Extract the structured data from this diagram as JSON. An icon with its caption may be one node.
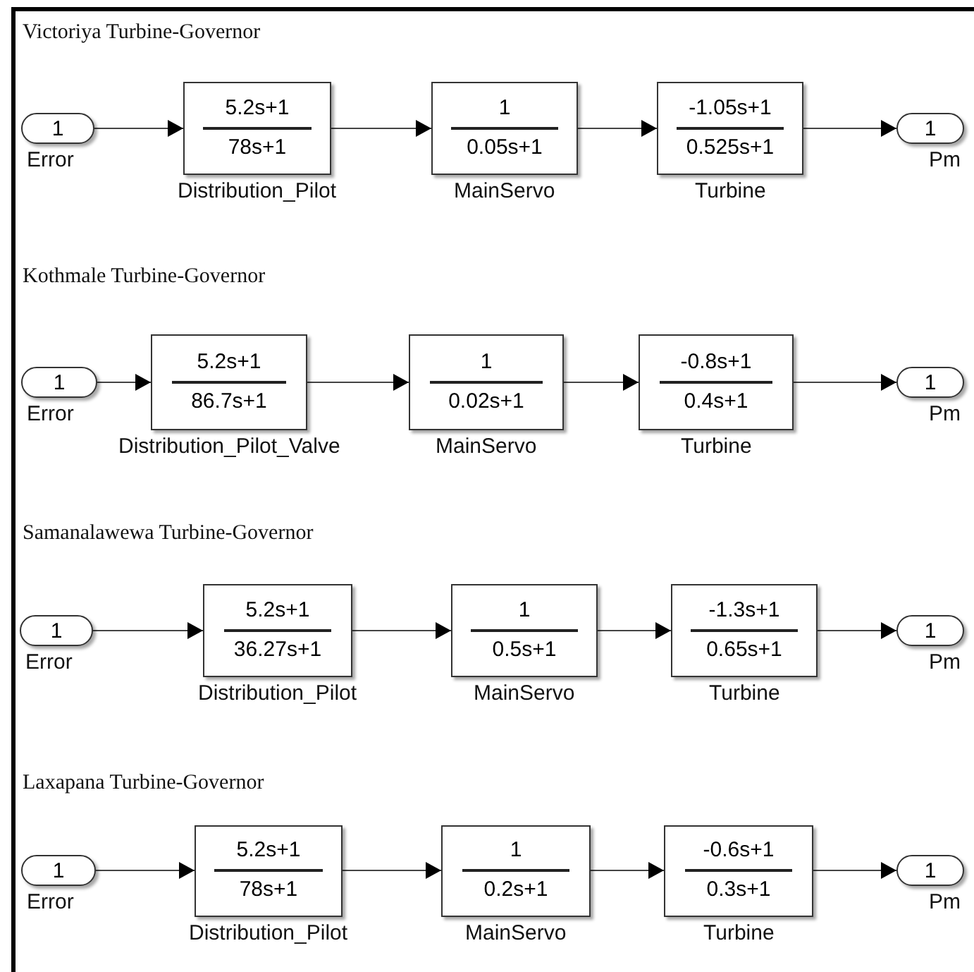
{
  "diagram": {
    "nodes": [
      {
        "text": [
          "1"
        ],
        "beside": [
          "Error"
        ]
      },
      {
        "text": [
          "5.2s+1",
          "78s+1"
        ],
        "beside": [
          "Distribution_Pilot"
        ]
      },
      {
        "text": [
          "1",
          "0.05s+1"
        ],
        "beside": [
          "MainServo"
        ]
      },
      {
        "text": [
          "-1.05s+1",
          "0.525s+1"
        ],
        "beside": [
          "Turbine"
        ]
      },
      {
        "text": [
          "1"
        ],
        "beside": [
          "Pm"
        ]
      },
      {
        "text": [
          "1"
        ],
        "beside": [
          "Error"
        ]
      },
      {
        "text": [
          "5.2s+1",
          "86.7s+1"
        ],
        "beside": [
          "Distribution_Pilot_Valve"
        ]
      },
      {
        "text": [
          "1",
          "0.02s+1"
        ],
        "beside": [
          "MainServo"
        ]
      },
      {
        "text": [
          "-0.8s+1",
          "0.4s+1"
        ],
        "beside": [
          "Turbine"
        ]
      },
      {
        "text": [
          "1"
        ],
        "beside": [
          "Pm"
        ]
      },
      {
        "text": [
          "1"
        ],
        "beside": [
          "Error"
        ]
      },
      {
        "text": [
          "5.2s+1",
          "36.27s+1"
        ],
        "beside": [
          "Distribution_Pilot"
        ]
      },
      {
        "text": [
          "1",
          "0.5s+1"
        ],
        "beside": [
          "MainServo"
        ]
      },
      {
        "text": [
          "-1.3s+1",
          "0.65s+1"
        ],
        "beside": [
          "Turbine"
        ]
      },
      {
        "text": [
          "1"
        ],
        "beside": [
          "Pm"
        ]
      },
      {
        "text": [
          "1"
        ],
        "beside": [
          "Error"
        ]
      },
      {
        "text": [
          "5.2s+1",
          "78s+1"
        ],
        "beside": [
          "Distribution_Pilot"
        ]
      },
      {
        "text": [
          "1",
          "0.2s+1"
        ],
        "beside": [
          "MainServo"
        ]
      },
      {
        "text": [
          "-0.6s+1",
          "0.3s+1"
        ],
        "beside": [
          "Turbine"
        ]
      },
      {
        "text": [
          "1"
        ],
        "beside": [
          "Pm"
        ]
      }
    ],
    "edges": [
      {
        "from": 0,
        "to": 1,
        "arrow": "to"
      },
      {
        "from": 1,
        "to": 2,
        "arrow": "to"
      },
      {
        "from": 2,
        "to": 3,
        "arrow": "to"
      },
      {
        "from": 3,
        "to": 4,
        "arrow": "to"
      },
      {
        "from": 5,
        "to": 6,
        "arrow": "to"
      },
      {
        "from": 6,
        "to": 7,
        "arrow": "to"
      },
      {
        "from": 7,
        "to": 8,
        "arrow": "to"
      },
      {
        "from": 8,
        "to": 9,
        "arrow": "to"
      },
      {
        "from": 10,
        "to": 11,
        "arrow": "to"
      },
      {
        "from": 11,
        "to": 12,
        "arrow": "to"
      },
      {
        "from": 12,
        "to": 13,
        "arrow": "to"
      },
      {
        "from": 13,
        "to": 14,
        "arrow": "to"
      },
      {
        "from": 15,
        "to": 16,
        "arrow": "to"
      },
      {
        "from": 16,
        "to": 17,
        "arrow": "to"
      },
      {
        "from": 17,
        "to": 18,
        "arrow": "to"
      },
      {
        "from": 18,
        "to": 19,
        "arrow": "to"
      }
    ],
    "labels": [
      "Victoriya Turbine-Governor",
      "Kothmale Turbine-Governor",
      "Samanalawewa Turbine-Governor",
      "Laxapana Turbine-Governor"
    ]
  }
}
